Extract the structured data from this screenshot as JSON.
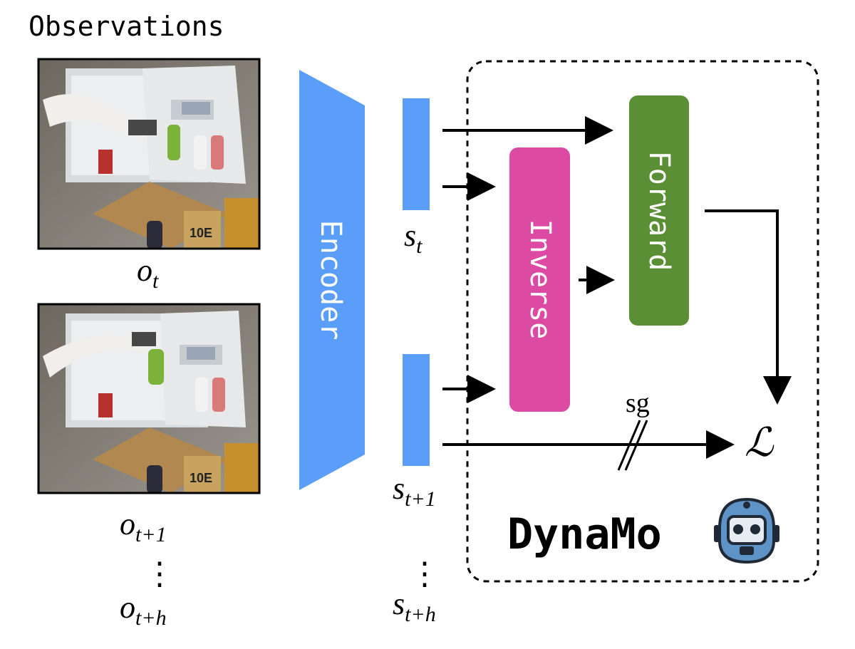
{
  "title": "Observations",
  "observations": {
    "top_label_base": "o",
    "top_label_sub": "t",
    "bottom_label_base": "o",
    "bottom_label_sub": "t+1",
    "last_label_base": "o",
    "last_label_sub": "t+h",
    "ellipsis": "⋮"
  },
  "encoder": {
    "label": "Encoder",
    "color": "#5b9ef9"
  },
  "states": {
    "st_base": "s",
    "st_sub": "t",
    "st1_base": "s",
    "st1_sub": "t+1",
    "sth_base": "s",
    "sth_sub": "t+h",
    "ellipsis": "⋮",
    "color": "#5b9ef9"
  },
  "modules": {
    "inverse_label": "Inverse",
    "inverse_color": "#dd4aa4",
    "forward_label": "Forward",
    "forward_color": "#5a8f35"
  },
  "stop_grad_label": "sg",
  "loss_symbol": "ℒ",
  "brand": {
    "name": "DynaMo",
    "icon": "robot-head-icon"
  }
}
